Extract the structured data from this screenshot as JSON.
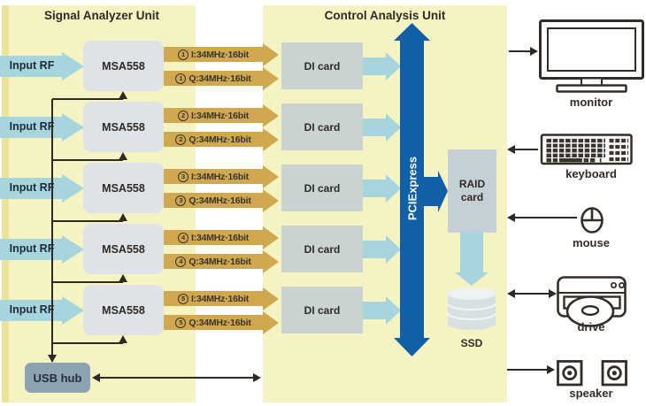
{
  "diagram": {
    "signal_unit": {
      "title": "Signal Analyzer Unit",
      "input_label": "Input RF",
      "usb_hub_label": "USB hub",
      "channels": [
        {
          "num": "1",
          "analyzer": "MSA558",
          "i_signal": "I:34MHz·16bit",
          "q_signal": "Q:34MHz·16bit"
        },
        {
          "num": "2",
          "analyzer": "MSA558",
          "i_signal": "I:34MHz·16bit",
          "q_signal": "Q:34MHz·16bit"
        },
        {
          "num": "3",
          "analyzer": "MSA558",
          "i_signal": "I:34MHz·16bit",
          "q_signal": "Q:34MHz·16bit"
        },
        {
          "num": "4",
          "analyzer": "MSA558",
          "i_signal": "I:34MHz·16bit",
          "q_signal": "Q:34MHz·16bit"
        },
        {
          "num": "5",
          "analyzer": "MSA558",
          "i_signal": "I:34MHz·16bit",
          "q_signal": "Q:34MHz·16bit"
        }
      ]
    },
    "control_unit": {
      "title": "Control Analysis Unit",
      "di_card_label": "DI card",
      "pcie_label": "PCIExpress",
      "raid_card_line1": "RAID",
      "raid_card_line2": "card",
      "ssd_label": "SSD"
    },
    "peripherals": {
      "monitor": "monitor",
      "keyboard": "keyboard",
      "mouse": "mouse",
      "drive": "drive",
      "speaker": "speaker"
    },
    "icons": {
      "monitor": "monitor-icon",
      "keyboard": "keyboard-icon",
      "mouse": "mouse-icon",
      "drive": "optical-drive-icon",
      "speaker": "speaker-icon",
      "ssd": "ssd-cylinder-icon"
    },
    "colors": {
      "panel_yellow": "#f6f3c3",
      "panel_edge_yellow": "#e9e49a",
      "signal_arrow_tan": "#d0a84f",
      "data_arrow_blue": "#a6d5de",
      "pcie_blue": "#1160a6",
      "analyzer_box_gray": "#dde3e6",
      "di_card_gray": "#c9d4d1",
      "raid_card_gray": "#c4d0d6",
      "usb_hub_gray": "#8da3b1",
      "line_dark": "#332d28"
    }
  }
}
